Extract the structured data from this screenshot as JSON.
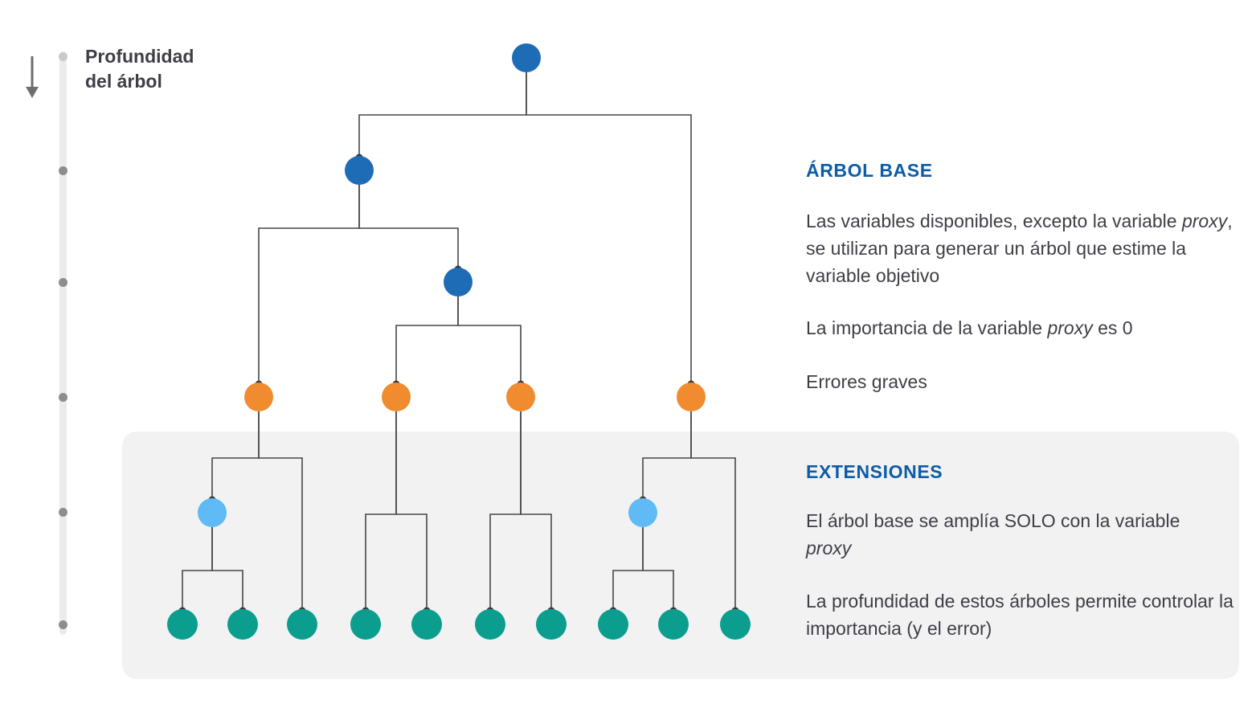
{
  "depth_axis": {
    "label_line1": "Profundidad",
    "label_line2": "del árbol"
  },
  "base_tree_panel": {
    "heading": "ÁRBOL BASE",
    "para1": {
      "pre": "Las variables disponibles, excepto la variable ",
      "italic": "proxy",
      "post": ", se utilizan para generar un árbol que estime la variable objetivo"
    },
    "para2": {
      "pre": "La importancia de la variable ",
      "italic": "proxy",
      "post": " es 0"
    },
    "para3": "Errores graves"
  },
  "extensions_panel": {
    "heading": "EXTENSIONES",
    "para1": {
      "pre": "El árbol base se amplía SOLO con la variable ",
      "italic": "proxy",
      "post": ""
    },
    "para2": "La profundidad de estos árboles permite controlar la importancia (y el error)"
  },
  "colors": {
    "blue_node": "#1e6cb5",
    "orange_node": "#f08b2f",
    "light_blue_node": "#5fbaf5",
    "teal_node": "#0b9e8f",
    "heading_blue": "#0d5ca6",
    "body_text": "#3e3e47",
    "line": "#474747",
    "junction_dot": "#3a3a3a",
    "extensions_bg": "#f2f2f3",
    "axis_bar": "#ebebeb",
    "axis_dot": "#8d8d8d"
  }
}
